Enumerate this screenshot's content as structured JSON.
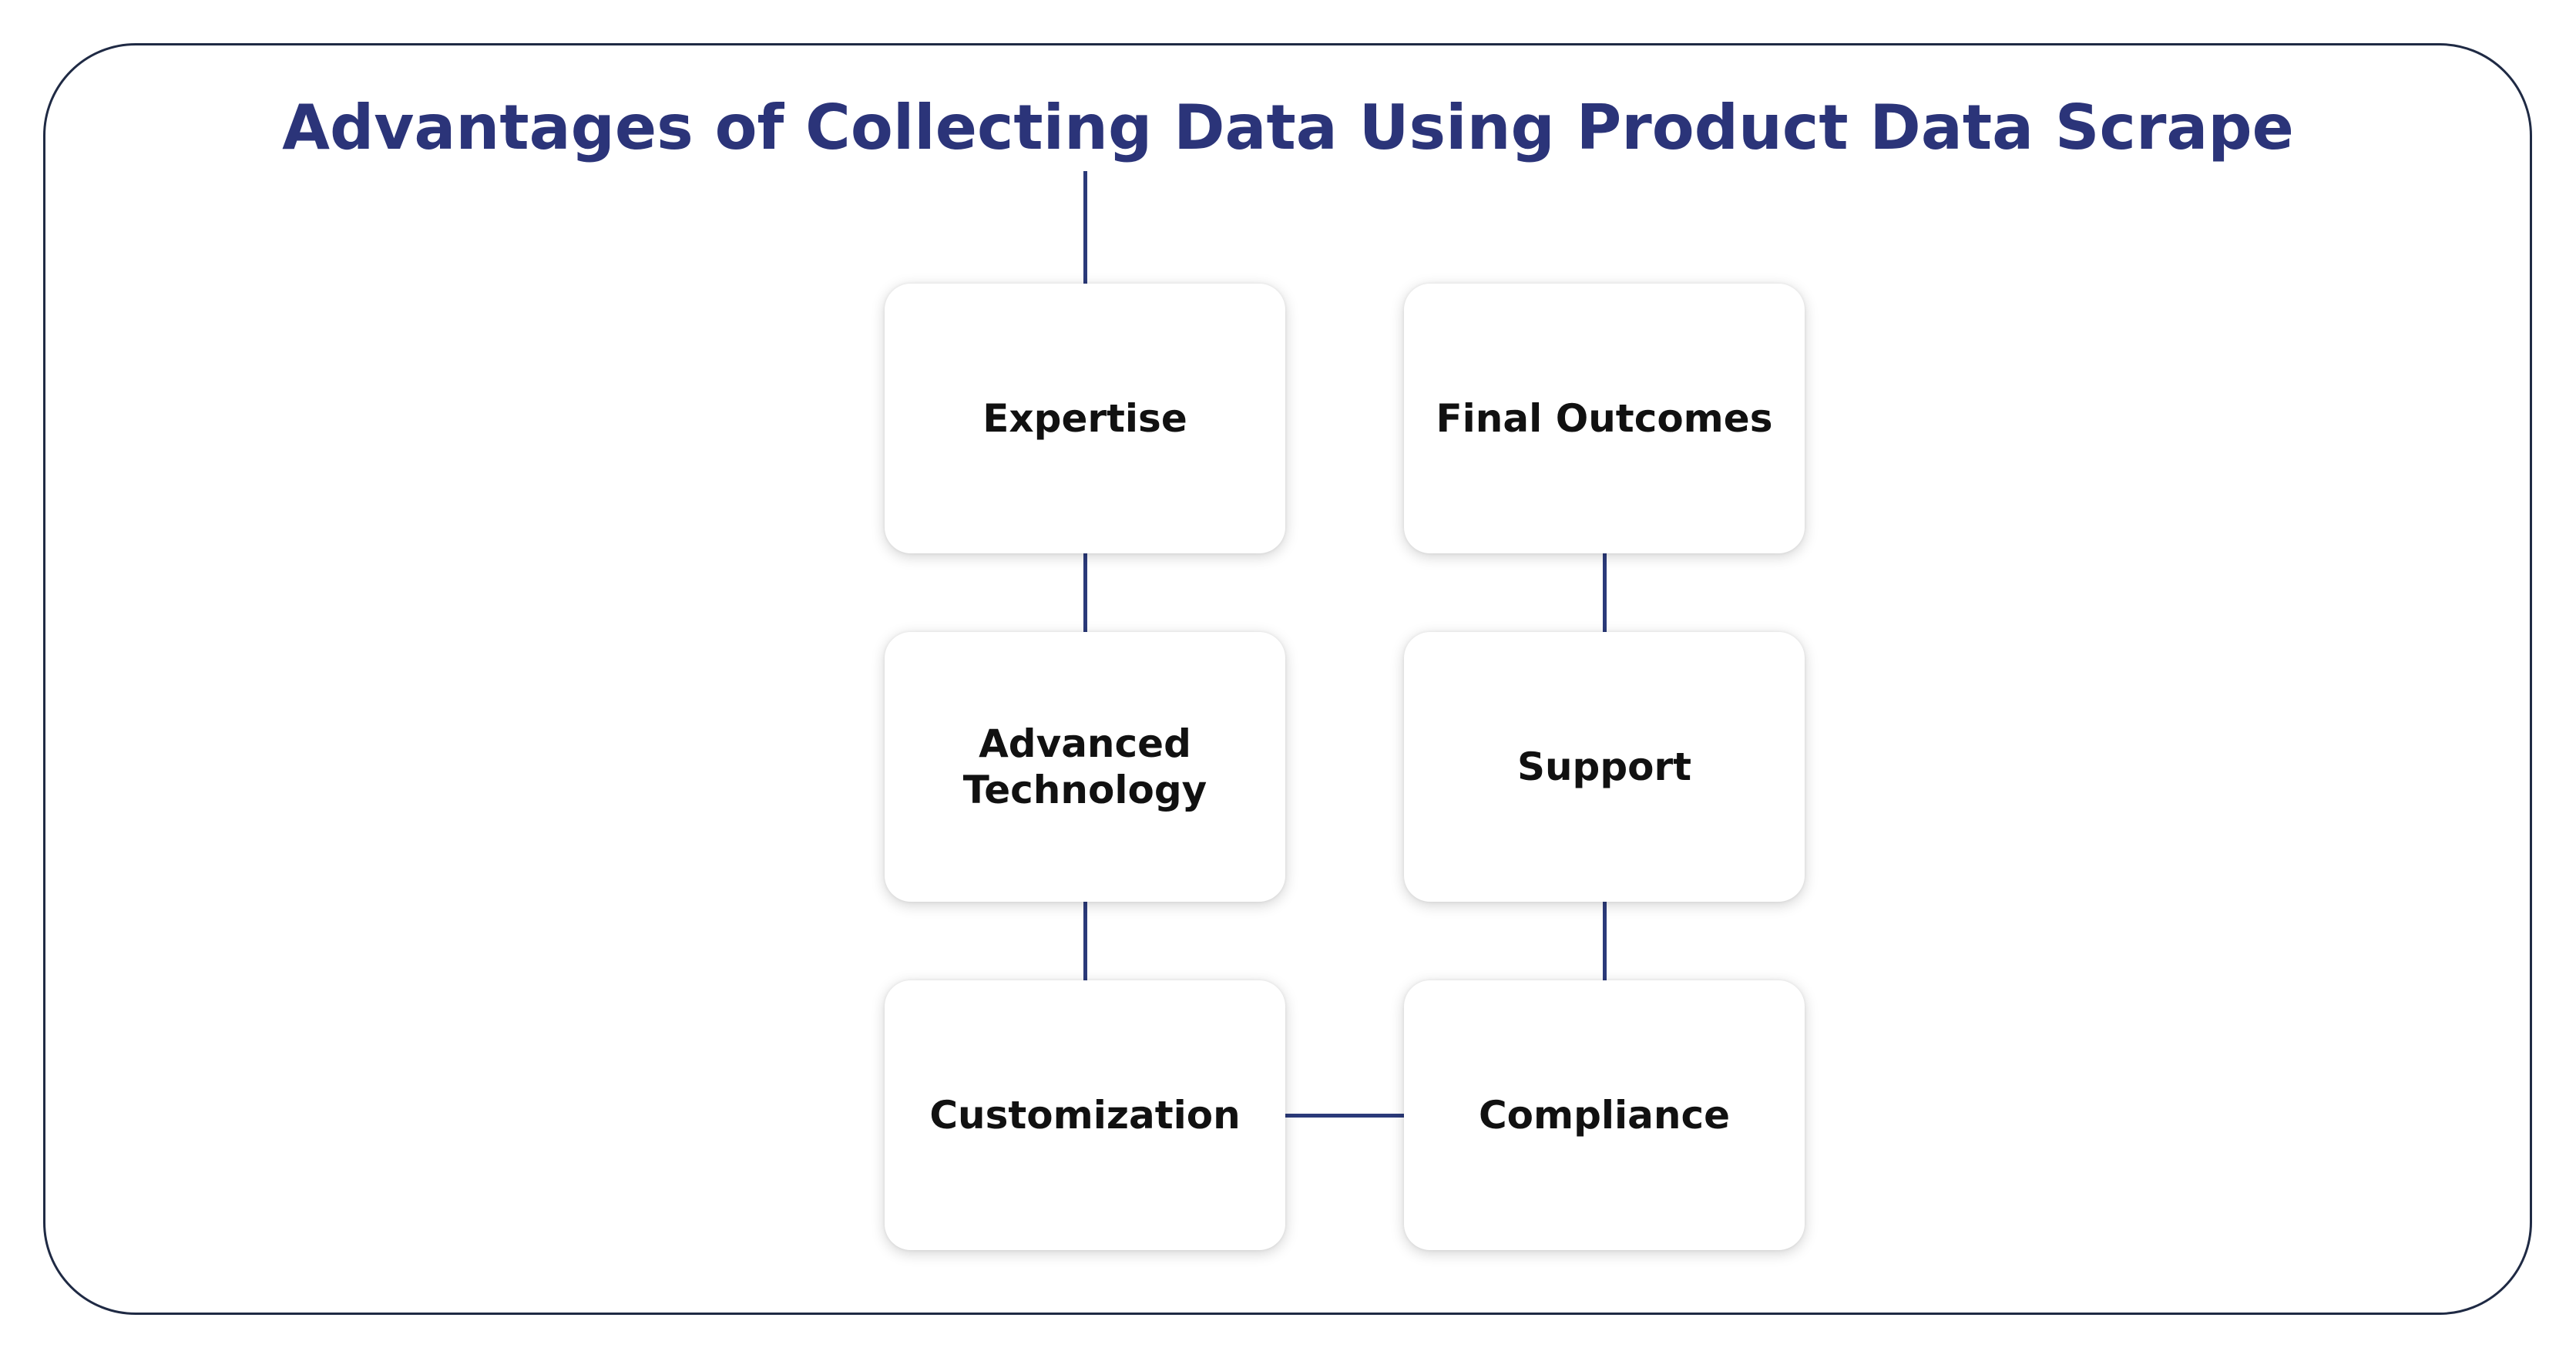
{
  "title": "Advantages of Collecting Data Using Product Data Scrape",
  "colors": {
    "title": "#2b3479",
    "frame_border": "#1f2a44",
    "connector": "#2b3a7a",
    "box_text": "#111111",
    "background": "#ffffff"
  },
  "nodes": {
    "expertise": "Expertise",
    "advanced_technology": "Advanced\nTechnology",
    "customization": "Customization",
    "compliance": "Compliance",
    "support": "Support",
    "final_outcomes": "Final Outcomes"
  }
}
